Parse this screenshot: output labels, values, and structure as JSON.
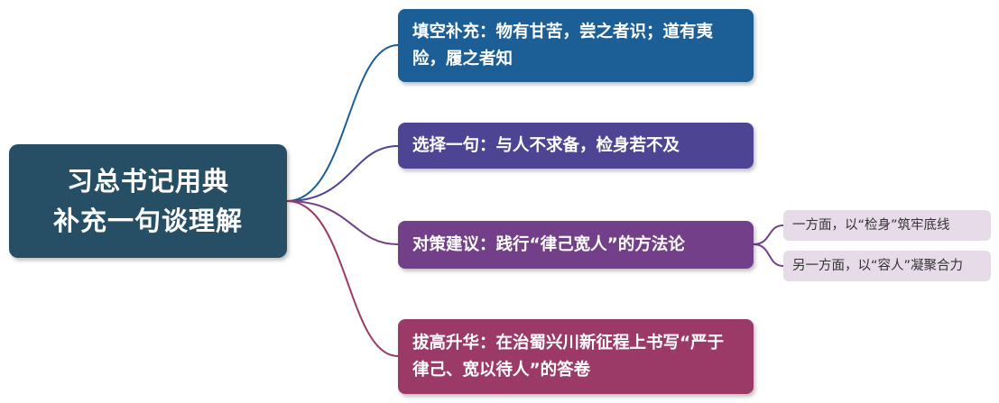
{
  "root": {
    "line1": "习总书记用典",
    "line2": "补充一句谈理解"
  },
  "branches": [
    {
      "text": "填空补充：物有甘苦，尝之者识；道有夷险，履之者知",
      "color": "#1c5f96"
    },
    {
      "text": "选择一句：与人不求备，检身若不及",
      "color": "#4d4494"
    },
    {
      "text": "对策建议：践行“律己宽人”的方法论",
      "color": "#733f88"
    },
    {
      "text": "拔高升华：在治蜀兴川新征程上书写“严于律己、宽以待人”的答卷",
      "color": "#9b3a67"
    }
  ],
  "leaves": [
    {
      "text": "一方面，以“检身”筑牢底线"
    },
    {
      "text": "另一方面，以“容人”凝聚合力"
    }
  ]
}
